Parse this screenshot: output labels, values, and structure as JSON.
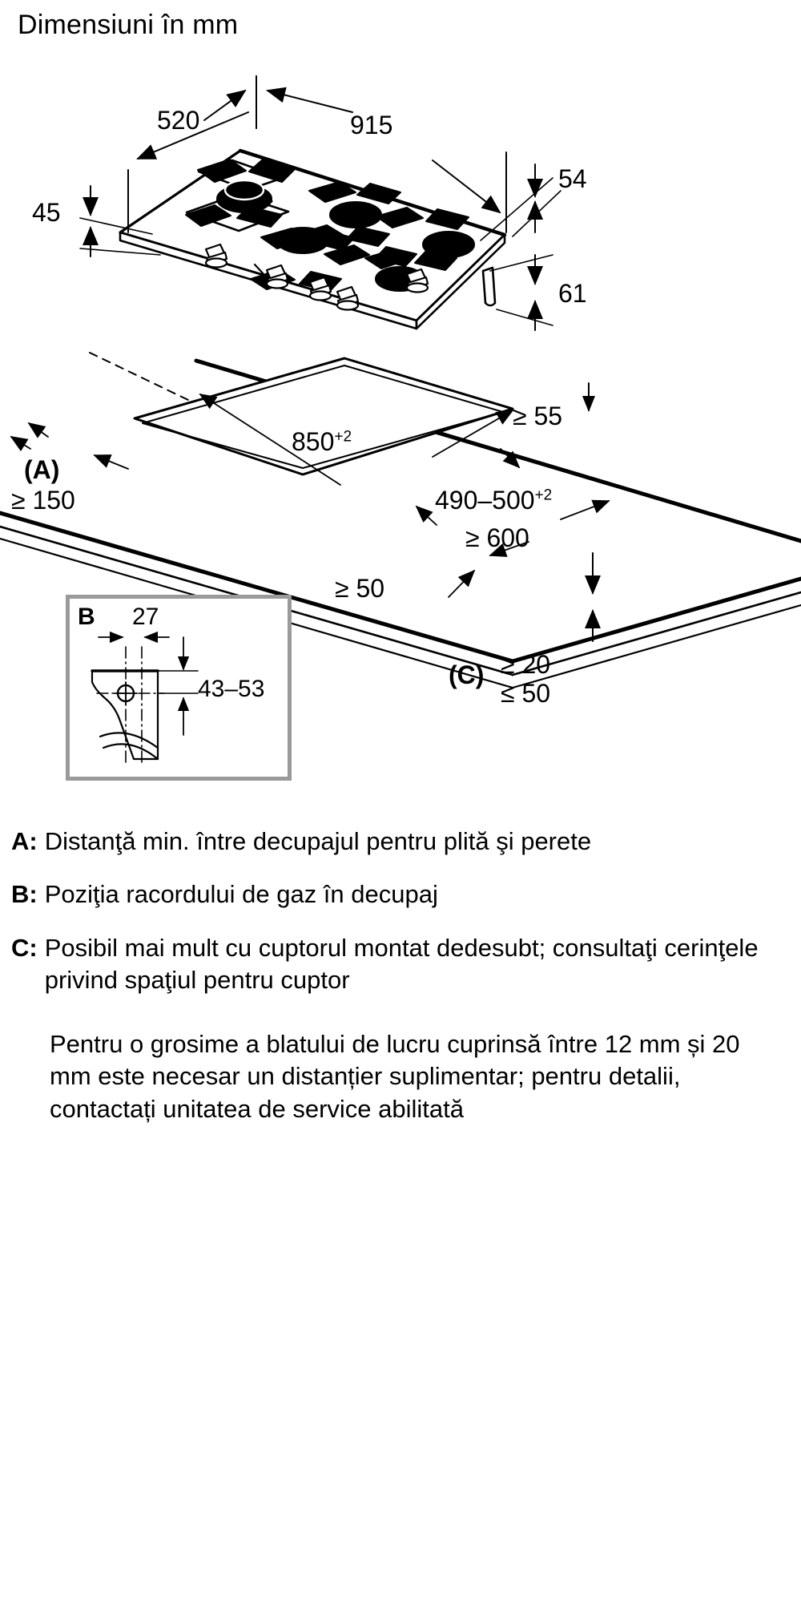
{
  "title": "Dimensiuni în mm",
  "dimensions": {
    "depth_520": "520",
    "width_915": "915",
    "height_54": "54",
    "height_45": "45",
    "height_61": "61",
    "cutout_width": "850",
    "cutout_width_tol": "+2",
    "cutout_depth": "490–500",
    "cutout_depth_tol": "+2",
    "min_55": "≥ 55",
    "min_600": "≥ 600",
    "min_50": "≥ 50",
    "min_150": "≥ 150",
    "label_a": "(A)",
    "label_c": "(C)",
    "c_min": "≥ 20",
    "c_max": "≤ 50"
  },
  "detail_box": {
    "label": "B",
    "dim_27": "27",
    "dim_43_53": "43–53"
  },
  "notes": [
    {
      "key": "A:",
      "text": "Distanţă min. între decupajul pentru plită şi perete"
    },
    {
      "key": "B:",
      "text": "Poziţia racordului de gaz în decupaj"
    },
    {
      "key": "C:",
      "text": "Posibil mai mult cu cuptorul montat dedesubt; consultaţi cerinţele privind spaţiul pentru cuptor"
    }
  ],
  "extra_note": "Pentru o grosime a blatului de lucru cuprinsă între 12 mm și 20 mm este necesar un distanțier suplimentar; pentru detalii, contactați unitatea de service abilitată"
}
